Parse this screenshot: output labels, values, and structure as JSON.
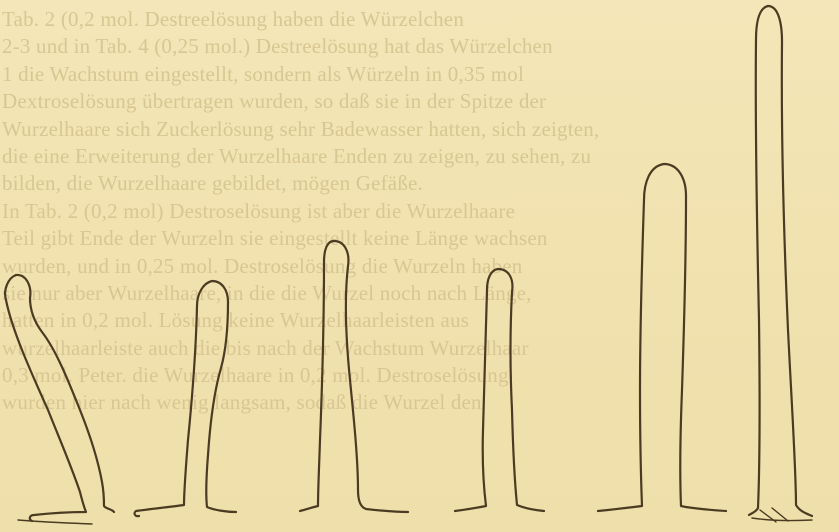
{
  "page": {
    "background": "#f2e3b2",
    "text_color": "#d8c792",
    "ink_color": "#4a3b22"
  },
  "bleed_text": [
    "Tab. 2 (0,2 mol. Destreelösung haben die Würzelchen",
    "2-3 und in Tab. 4 (0,25 mol.) Destreelösung hat das Würzelchen",
    "1 die Wachstum eingestellt, sondern als Würzeln in 0,35 mol",
    "Dextroselösung übertragen wurden, so daß sie in der Spitze der",
    "Wurzelhaare sich Zuckerlösung sehr Badewasser hatten, sich zeigten,",
    "die eine Erweiterung der Wurzelhaare Enden zu zeigen, zu sehen, zu",
    "bilden, die Wurzelhaare gebildet, mögen Gefäße.",
    "In Tab. 2 (0,2 mol) Destroselösung ist aber die Wurzelhaare",
    "Teil gibt Ende der Wurzeln sie eingestellt keine Länge wachsen",
    "wurden, und in 0,25 mol. Destroselösung die Wurzeln haben",
    "sie nur aber Wurzelhaare, in die die Wurzel noch nach Länge,",
    "hatten in 0,2 mol. Lösung keine Wurzelhaarleisten aus",
    "wurzelhaarleiste auch die bis nach der Wachstum Wurzelhaar",
    "0,3 mol. Peter. die Wurzelhaare in 0,2 mol. Destroselösung",
    "wurden hier nach wenig langsam, sodaß die Wurzel den"
  ],
  "figures": [
    {
      "name": "root-hair-figure-1"
    },
    {
      "name": "root-hair-figure-2"
    },
    {
      "name": "root-hair-figure-3"
    },
    {
      "name": "root-hair-figure-4"
    },
    {
      "name": "root-hair-figure-5"
    },
    {
      "name": "root-hair-figure-6"
    }
  ]
}
